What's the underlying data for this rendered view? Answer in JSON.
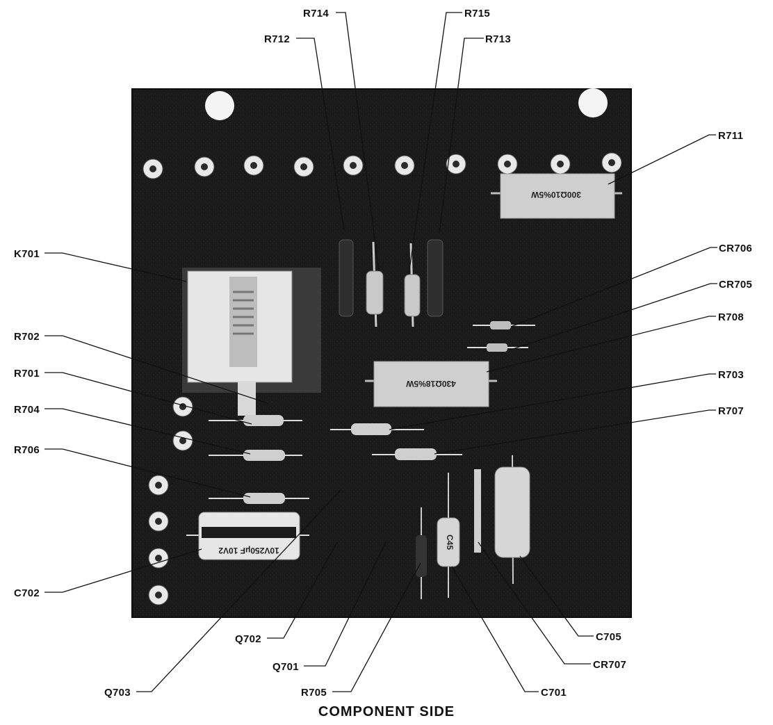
{
  "caption": "COMPONENT SIDE",
  "labels": {
    "R714": "R714",
    "R715": "R715",
    "R712": "R712",
    "R713": "R713",
    "R711": "R711",
    "K701": "K701",
    "CR706": "CR706",
    "CR705": "CR705",
    "R708": "R708",
    "R702": "R702",
    "R701": "R701",
    "R703": "R703",
    "R704": "R704",
    "R707": "R707",
    "R706": "R706",
    "C702": "C702",
    "C705": "C705",
    "Q702": "Q702",
    "CR707": "CR707",
    "Q701": "Q701",
    "C701": "C701",
    "Q703": "Q703",
    "R705": "R705"
  },
  "markings": {
    "r711_body": "300Ω10%5W",
    "r708_body": "430Ω18%5W",
    "c702_body": "10V250μF 10V2",
    "c701_body": "C45"
  },
  "colors": {
    "board": "#181818",
    "ink": "#111111",
    "paper": "#ffffff"
  }
}
